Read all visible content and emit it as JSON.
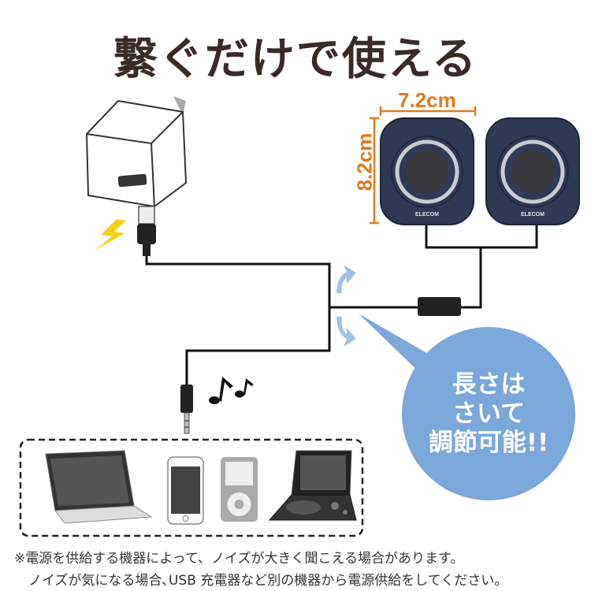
{
  "title": "繋ぐだけで使える",
  "dimensions": {
    "width": "7.2cm",
    "height": "8.2cm"
  },
  "speaker_brand": "ELECOM",
  "bubble": {
    "lines": [
      "長さは",
      "さいて",
      "調節可能!!"
    ]
  },
  "notes": [
    "※電源を供給する機器によって、ノイズが大きく聞こえる場合があります。",
    "ノイズが気になる場合､USB 充電器など別の機器から電源供給をしてください。"
  ],
  "colors": {
    "title": "#3a2b28",
    "dimension": "#e07a1f",
    "bubble": "#7ba7da",
    "speaker": "#2f3a55",
    "arrow": "#9cc3e8",
    "bolt": "#f5d10f"
  }
}
